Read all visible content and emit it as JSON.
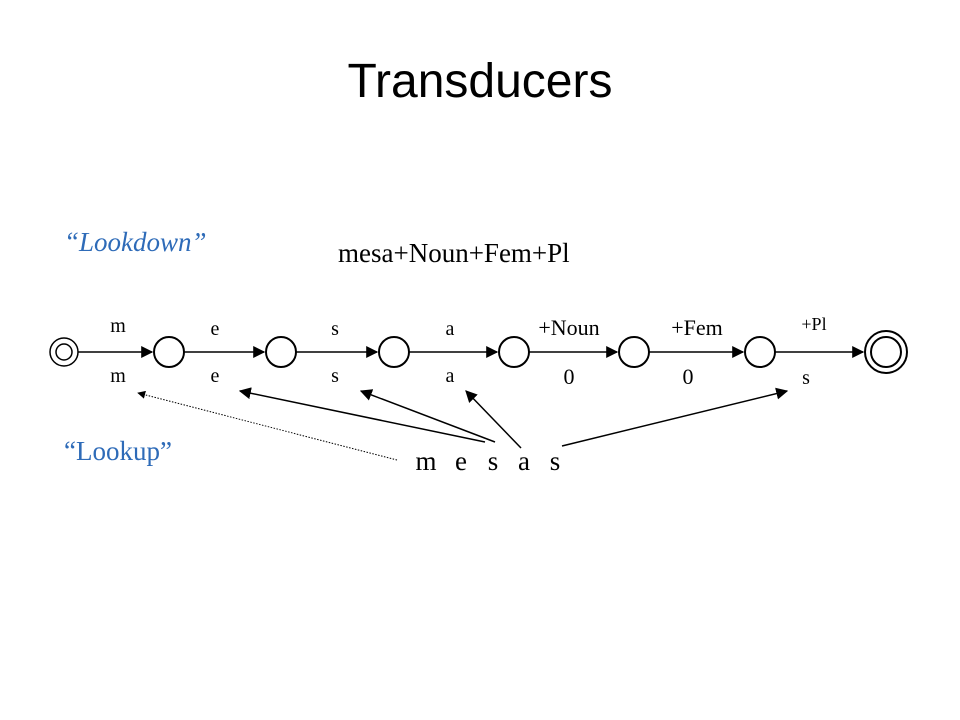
{
  "title": "Transducers",
  "lookdown_label": "“Lookdown”",
  "lookup_label": "“Lookup”",
  "upper_string": "mesa+Noun+Fem+Pl",
  "lower_string": [
    "m",
    "e",
    "s",
    "a",
    "s"
  ],
  "arcs": [
    {
      "upper": "m",
      "lower": "m"
    },
    {
      "upper": "e",
      "lower": "e"
    },
    {
      "upper": "s",
      "lower": "s"
    },
    {
      "upper": "a",
      "lower": "a"
    },
    {
      "upper": "+Noun",
      "lower": "0"
    },
    {
      "upper": "+Fem",
      "lower": "0"
    },
    {
      "upper": "+Pl",
      "lower": "s"
    }
  ],
  "colors": {
    "label_blue": "#2E6BB8",
    "ink": "#000000"
  }
}
